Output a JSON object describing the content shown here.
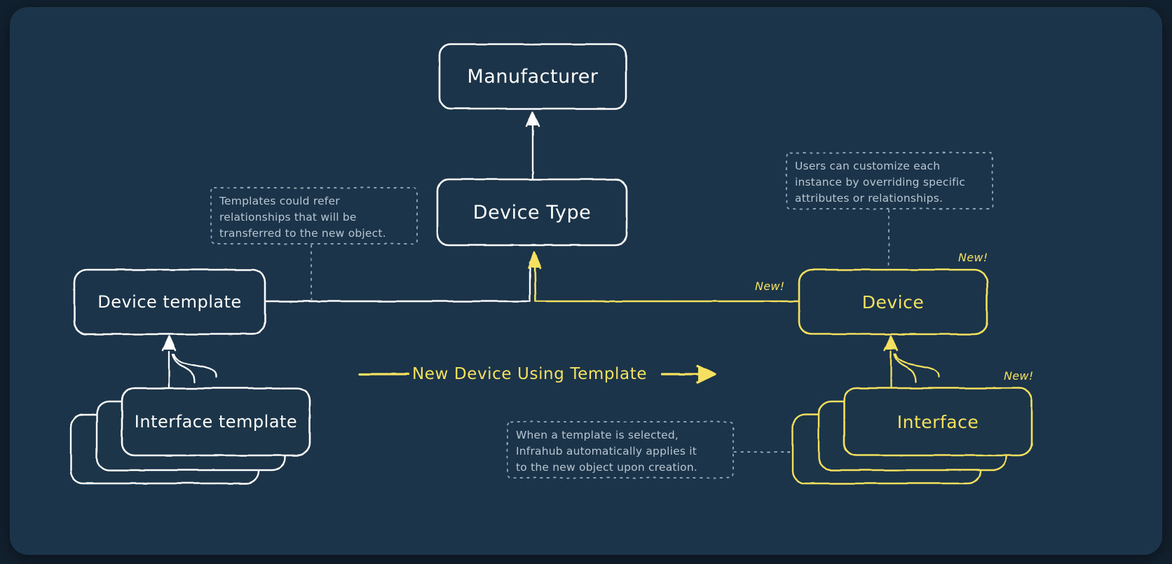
{
  "canvas": {
    "background": "#12212f",
    "board_background": "#1b3449",
    "stroke_white": "#ffffff",
    "stroke_yellow": "#f5e15f",
    "note_text_color": "#b8c6d1",
    "note_border_color": "#8fa3b3"
  },
  "nodes": {
    "manufacturer": {
      "label": "Manufacturer",
      "color": "#ffffff"
    },
    "device_type": {
      "label": "Device Type",
      "color": "#ffffff"
    },
    "device_template": {
      "label": "Device template",
      "color": "#ffffff"
    },
    "interface_template": {
      "label": "Interface template",
      "color": "#ffffff"
    },
    "device": {
      "label": "Device",
      "color": "#f5e15f"
    },
    "interface": {
      "label": "Interface",
      "color": "#f5e15f"
    }
  },
  "badges": {
    "device_new": "New!",
    "device_edge_new": "New!",
    "interface_new": "New!"
  },
  "notes": {
    "templates_relationships": "Templates could refer\nrelationships that will be\ntransferred to the new object.",
    "users_customize": "Users can customize each\ninstance by overriding specific\nattributes or relationships.",
    "template_selected": "When a template is selected,\nInfrahub automatically applies it\nto the new object upon creation."
  },
  "arrows": {
    "main_flow_label": "New Device Using Template"
  }
}
